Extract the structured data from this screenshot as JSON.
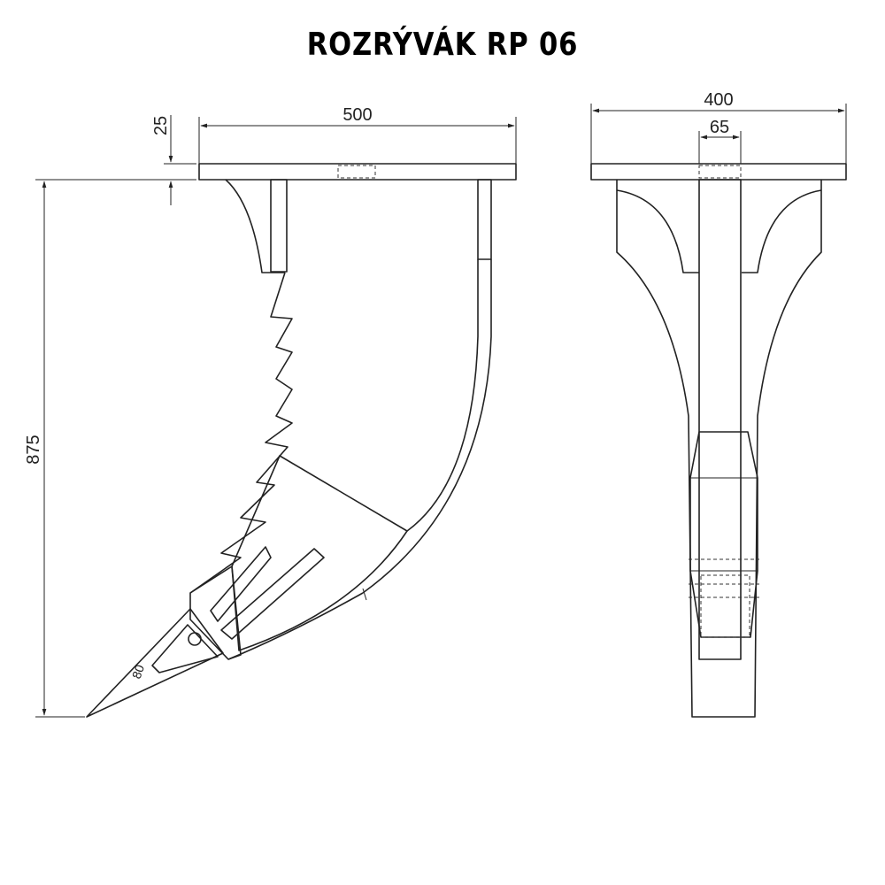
{
  "title": "ROZRÝVÁK RP 06",
  "dimensions": {
    "plate_width": "500",
    "plate_thickness": "25",
    "total_height": "875",
    "tooth_width": "80",
    "side_width": "400",
    "shank_width": "65"
  },
  "colors": {
    "line": "#222222",
    "background": "#ffffff"
  }
}
